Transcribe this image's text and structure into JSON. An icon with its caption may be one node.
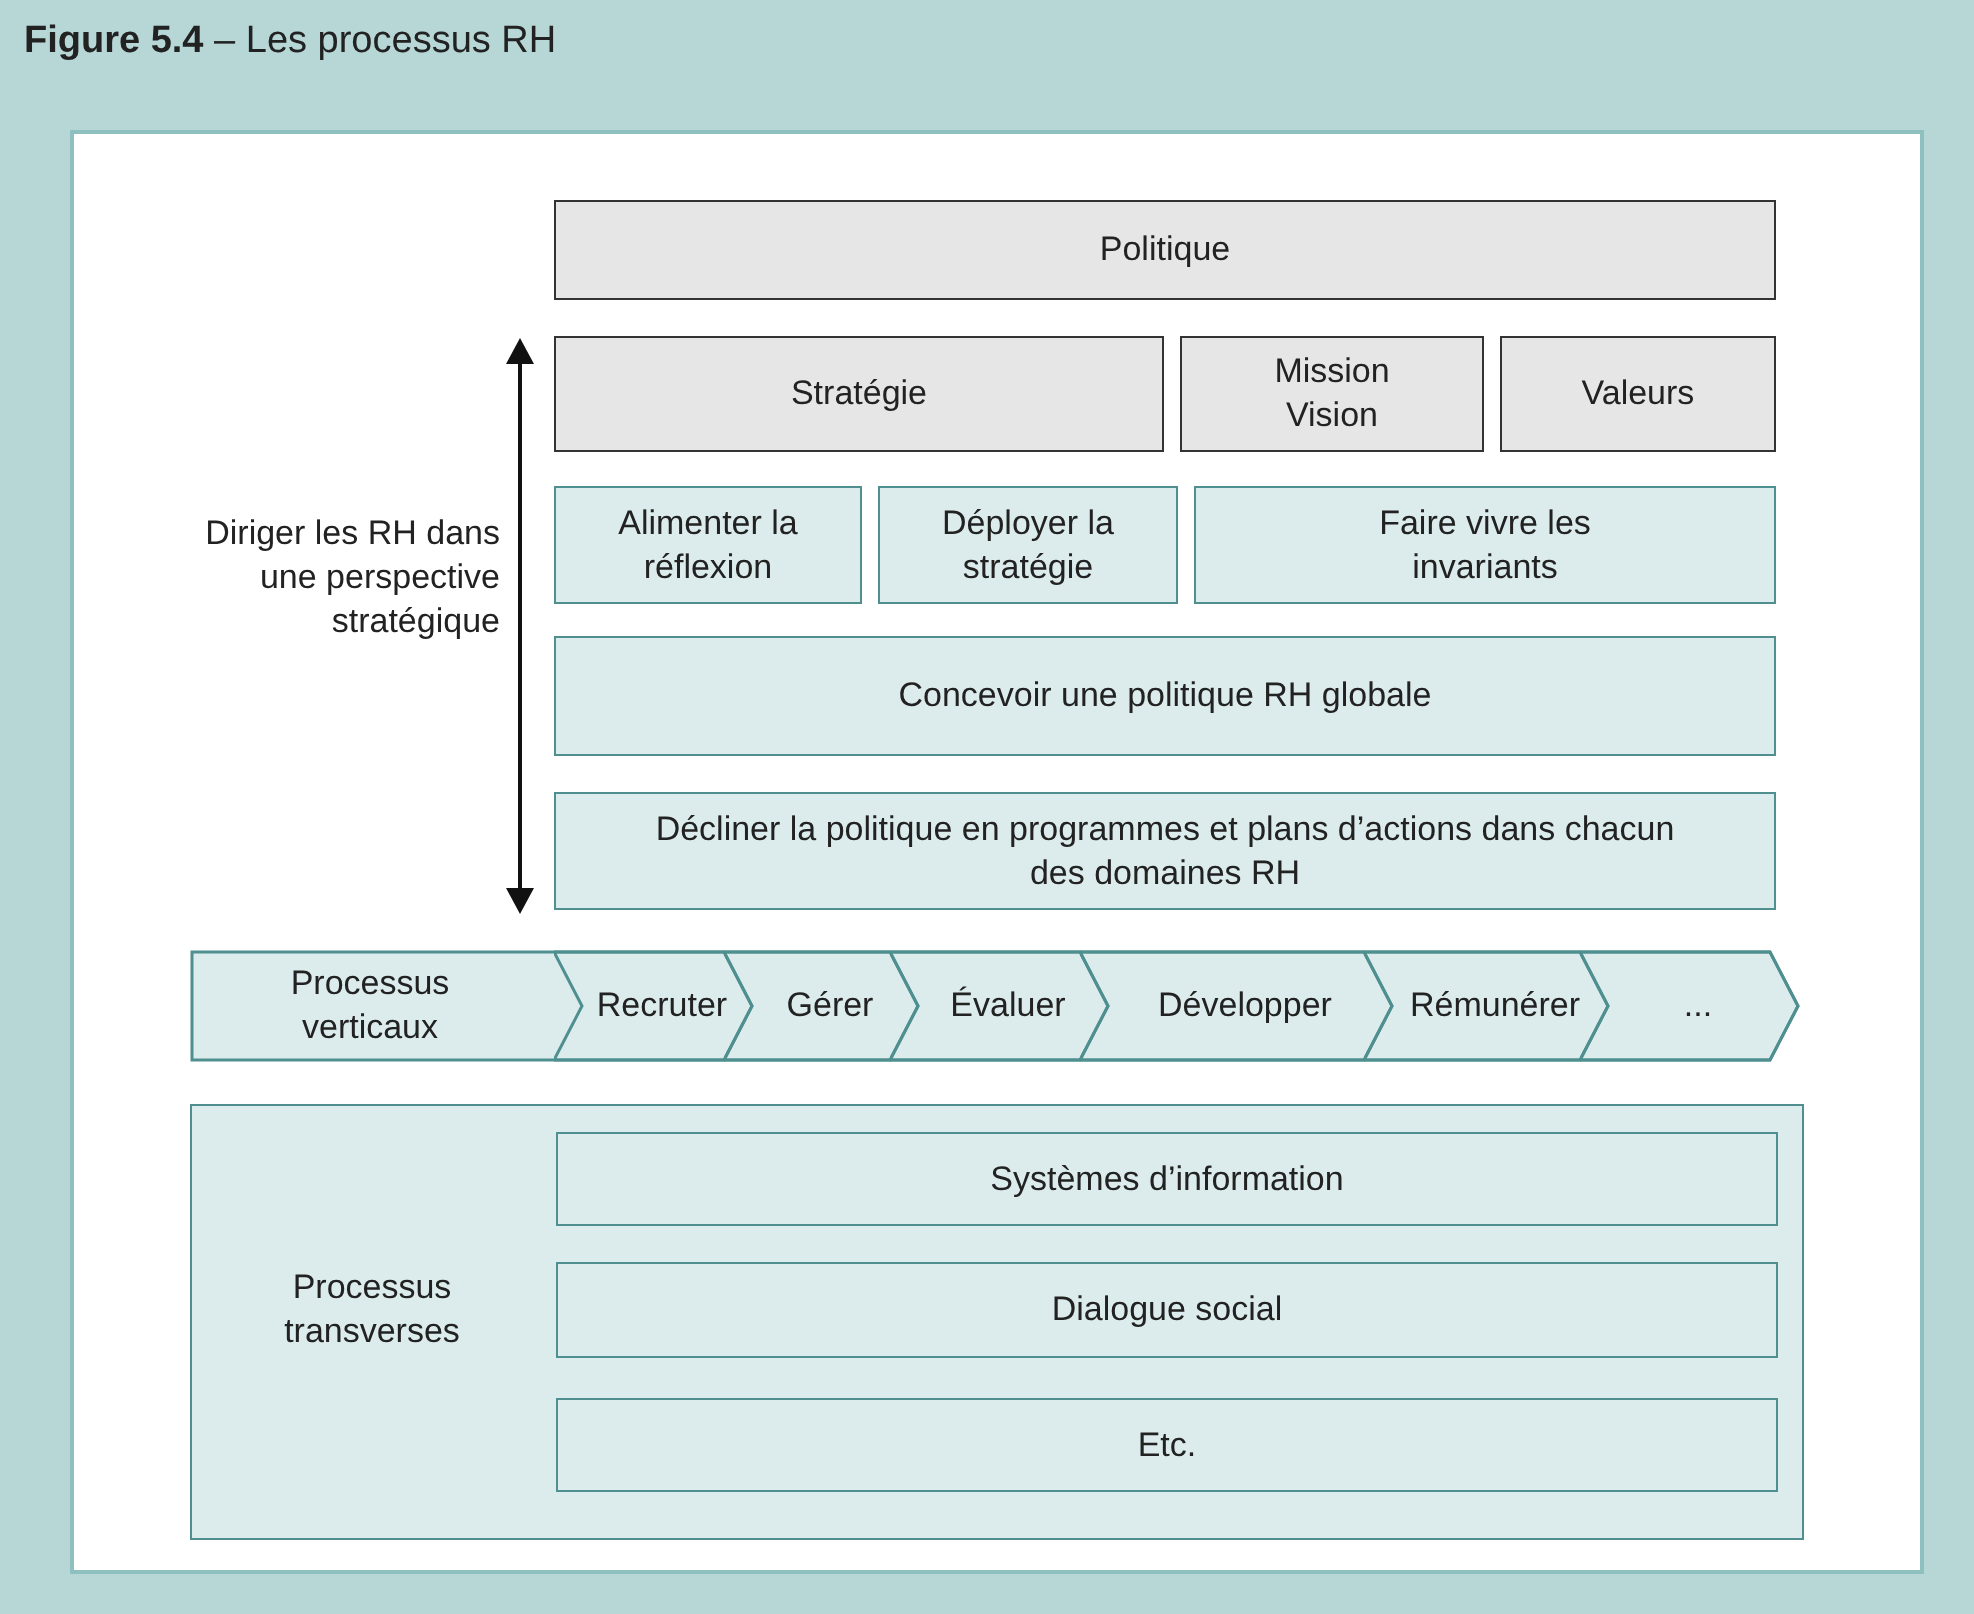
{
  "diagram": {
    "title": "**Figure 5.4** – Les processus RH",
    "nodes": [
      {
        "text": [
          "Politique"
        ]
      },
      {
        "text": [
          "Stratégie"
        ]
      },
      {
        "text": [
          "Mission Vision"
        ]
      },
      {
        "text": [
          "Valeurs"
        ]
      },
      {
        "text": [
          "Alimenter la réflexion"
        ]
      },
      {
        "text": [
          "Déployer la stratégie"
        ]
      },
      {
        "text": [
          "Faire vivre les invariants"
        ]
      },
      {
        "text": [
          "Concevoir une politique RH globale"
        ]
      },
      {
        "text": [
          "Décliner la politique en programmes et plans d’actions dans chacun des domaines RH"
        ]
      },
      {
        "text": [
          "Processus verticaux"
        ]
      },
      {
        "text": [
          "Recruter"
        ],
        "in": 9
      },
      {
        "text": [
          "Gérer"
        ],
        "in": 9
      },
      {
        "text": [
          "Évaluer"
        ],
        "in": 9
      },
      {
        "text": [
          "Développer"
        ],
        "in": 9
      },
      {
        "text": [
          "Rémunérer"
        ],
        "in": 9
      },
      {
        "text": [
          "..."
        ],
        "in": 9
      },
      {
        "text": [
          "Processus transverses"
        ]
      },
      {
        "text": [
          "Systèmes d’information"
        ],
        "in": 16
      },
      {
        "text": [
          "Dialogue social"
        ],
        "in": 16
      },
      {
        "text": [
          "Etc."
        ],
        "in": 16
      }
    ],
    "labels": [
      "Diriger les RH dans une perspective stratégique"
    ]
  }
}
